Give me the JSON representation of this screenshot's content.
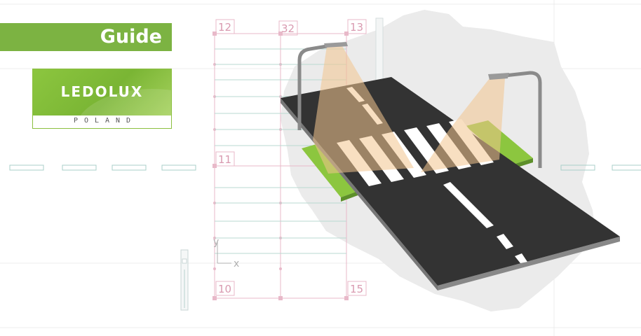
{
  "banner": {
    "title": "Guide"
  },
  "logo": {
    "brand": "LEDOLUX",
    "country": "POLAND"
  },
  "plan": {
    "grid_labels": [
      "12",
      "32",
      "13",
      "11",
      "10",
      "15"
    ],
    "axis_y": "y",
    "axis_x": "x"
  },
  "colors": {
    "banner_green": "#7cb342",
    "road": "#333333",
    "sidewalk": "#8cc63f",
    "light_beam": "#f2c48e",
    "plan_pink": "#e8b9c9",
    "map_grey": "#ebebeb"
  }
}
